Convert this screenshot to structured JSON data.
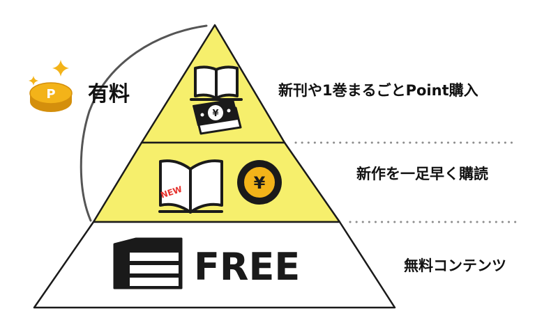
{
  "paid_label": "有料",
  "free_label": "FREE",
  "tiers": [
    {
      "label": "新刊や1巻まるごとPoint購入"
    },
    {
      "label": "新作を一足早く購読"
    },
    {
      "label": "無料コンテンツ"
    }
  ],
  "new_badge": "NEW",
  "coin_p": "P",
  "yen_symbol": "¥",
  "colors": {
    "tier_fill": "#f6ef6c",
    "outline": "#1a1a1a",
    "coin_gold": "#f3b319",
    "badge_red": "#e5322d",
    "dots": "#8c8c8c"
  },
  "icons": [
    "sparkle-icon",
    "point-coin-icon",
    "open-book-icon",
    "banknote-icon",
    "new-book-icon",
    "yen-coin-icon",
    "book-stack-icon"
  ]
}
